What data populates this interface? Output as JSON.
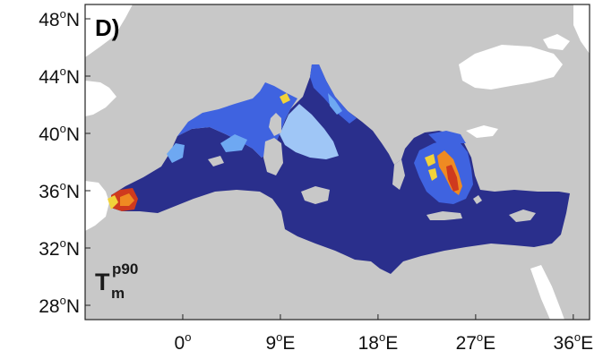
{
  "panel_label": "D)",
  "variable": {
    "base": "T",
    "subscript": "m",
    "superscript": "p90"
  },
  "map": {
    "region": "Mediterranean Sea",
    "extent": {
      "lon": [
        -9,
        37.5
      ],
      "lat": [
        27,
        49
      ]
    },
    "colors": {
      "land": "#c8c8c8",
      "outside": "#ffffff",
      "sea_dark": "#2a2f8c",
      "sea_blue": "#3f63e0",
      "sea_light": "#6ea8f2",
      "sea_pale": "#9fc6f6",
      "hot_yellow": "#f1d23a",
      "hot_orange": "#ef8a22",
      "hot_red": "#cf3a1e"
    }
  },
  "y_ticks": [
    {
      "lat": 48,
      "deg": "48",
      "sup": "o",
      "hemi": "N"
    },
    {
      "lat": 44,
      "deg": "44",
      "sup": "o",
      "hemi": "N"
    },
    {
      "lat": 40,
      "deg": "40",
      "sup": "o",
      "hemi": "N"
    },
    {
      "lat": 36,
      "deg": "36",
      "sup": "o",
      "hemi": "N"
    },
    {
      "lat": 32,
      "deg": "32",
      "sup": "o",
      "hemi": "N"
    },
    {
      "lat": 28,
      "deg": "28",
      "sup": "o",
      "hemi": "N"
    }
  ],
  "x_ticks": [
    {
      "lon": 0,
      "deg": "0",
      "sup": "o",
      "hemi": ""
    },
    {
      "lon": 9,
      "deg": "9",
      "sup": "o",
      "hemi": "E"
    },
    {
      "lon": 18,
      "deg": "18",
      "sup": "o",
      "hemi": "E"
    },
    {
      "lon": 27,
      "deg": "27",
      "sup": "o",
      "hemi": "E"
    },
    {
      "lon": 36,
      "deg": "36",
      "sup": "o",
      "hemi": "E"
    }
  ]
}
